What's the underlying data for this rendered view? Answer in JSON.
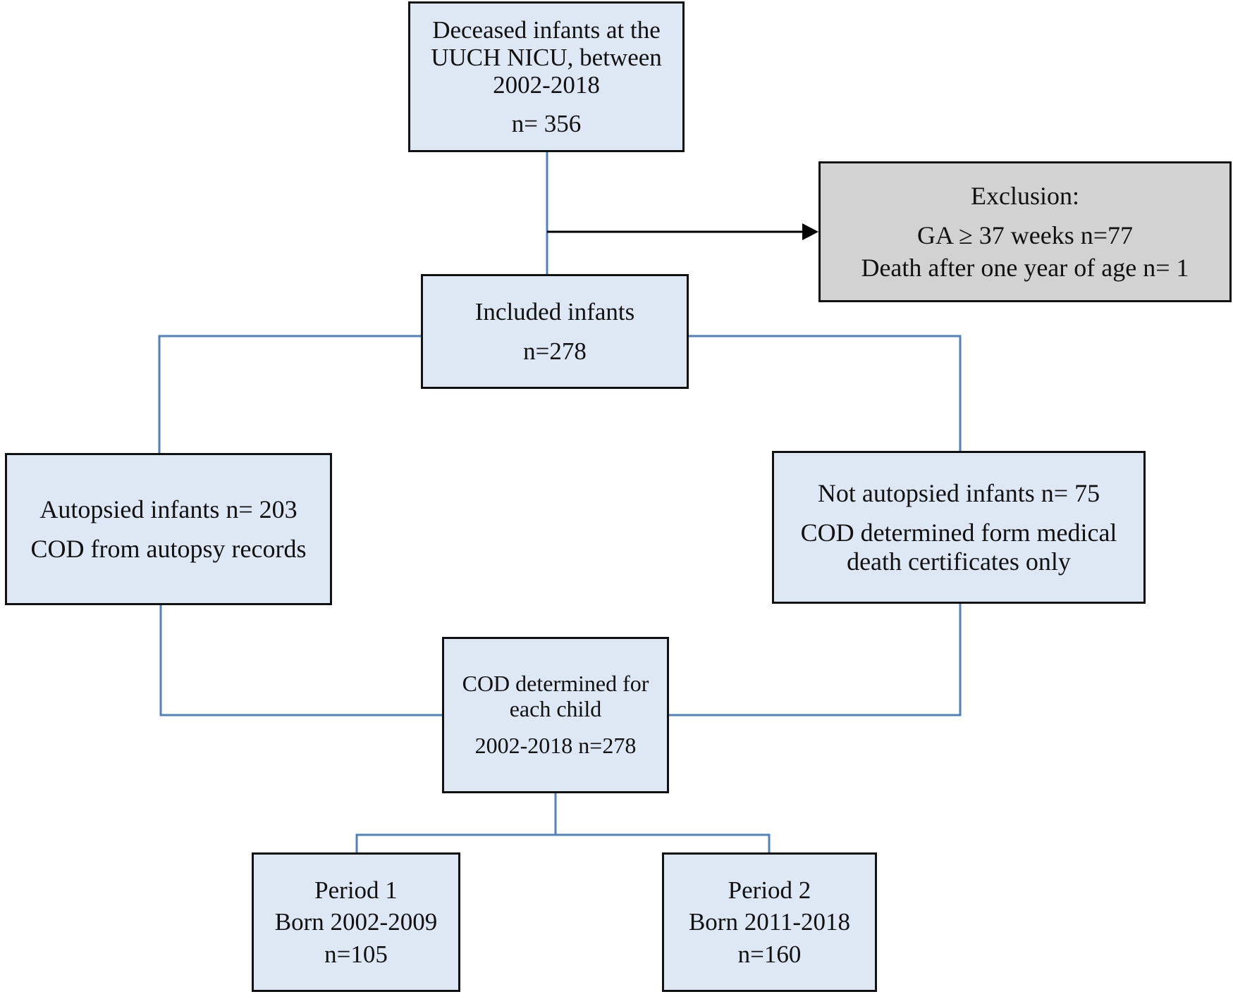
{
  "boxes": {
    "deceased": {
      "lines": [
        "Deceased  infants at the",
        "UUCH NICU, between",
        "2002-2018",
        "n= 356"
      ]
    },
    "exclusion": {
      "lines": [
        "Exclusion:",
        "GA ≥ 37 weeks  n=77",
        "Death after one year of age n= 1"
      ]
    },
    "included": {
      "lines": [
        "Included infants",
        "n=278"
      ]
    },
    "autopsied": {
      "lines": [
        "Autopsied infants n= 203",
        "COD from autopsy records"
      ]
    },
    "not_autopsied": {
      "lines": [
        "Not autopsied infants n= 75",
        "COD determined form medical",
        "death certificates  only"
      ]
    },
    "cod_determined": {
      "lines": [
        "COD determined for",
        "each child",
        "2002-2018 n=278"
      ]
    },
    "period1": {
      "lines": [
        "Period 1",
        "Born 2002-2009",
        "n=105"
      ]
    },
    "period2": {
      "lines": [
        "Period 2",
        "Born 2011-2018",
        "n=160"
      ]
    }
  },
  "colors": {
    "box_fill": "#dde8f4",
    "exclusion_fill": "#d3d2d3",
    "box_border": "#111111",
    "connector": "#4f81bd",
    "arrow": "#000000"
  }
}
